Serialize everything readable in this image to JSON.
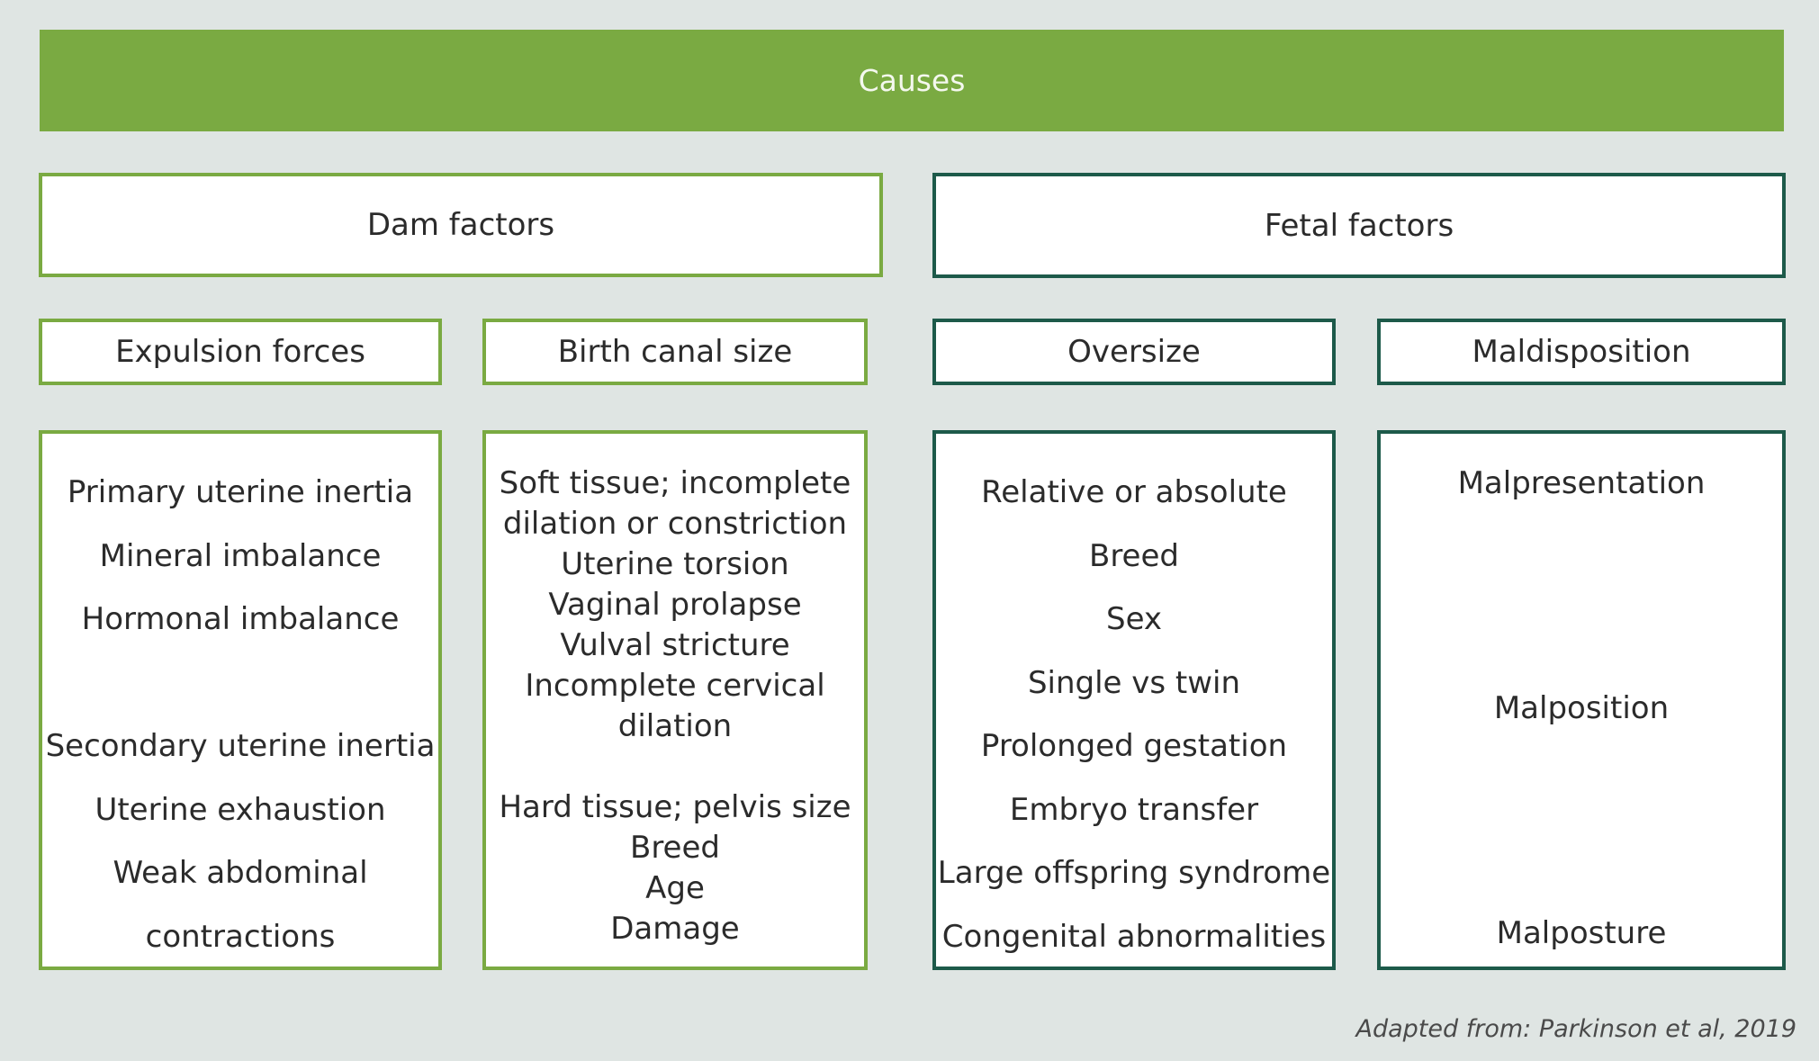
{
  "causes": "Causes",
  "dam_factors": {
    "title": "Dam factors",
    "expulsion_forces": {
      "label": "Expulsion forces",
      "items": [
        "Primary uterine inertia",
        "Mineral imbalance",
        "Hormonal imbalance",
        "Secondary uterine inertia",
        "Uterine exhaustion",
        "Weak abdominal",
        "contractions"
      ]
    },
    "birth_canal_size": {
      "label": "Birth canal size",
      "items": [
        "Soft tissue; incomplete",
        "dilation or constriction",
        "Uterine torsion",
        "Vaginal prolapse",
        "Vulval stricture",
        "Incomplete cervical",
        "dilation",
        "Hard tissue; pelvis size",
        "Breed",
        "Age",
        "Damage"
      ]
    }
  },
  "fetal_factors": {
    "title": "Fetal factors",
    "oversize": {
      "label": "Oversize",
      "items": [
        "Relative or absolute",
        "Breed",
        "Sex",
        "Single vs twin",
        "Prolonged gestation",
        "Embryo transfer",
        "Large offspring syndrome",
        "Congenital abnormalities"
      ]
    },
    "maldisposition": {
      "label": "Maldisposition",
      "items": [
        "Malpresentation",
        "Malposition",
        "Malposture"
      ]
    }
  },
  "source": "Adapted from: Parkinson et al, 2019",
  "colors": {
    "background": "#dfe5e3",
    "dam_green": "#7aaa42",
    "fetal_teal": "#1d5a4a"
  }
}
